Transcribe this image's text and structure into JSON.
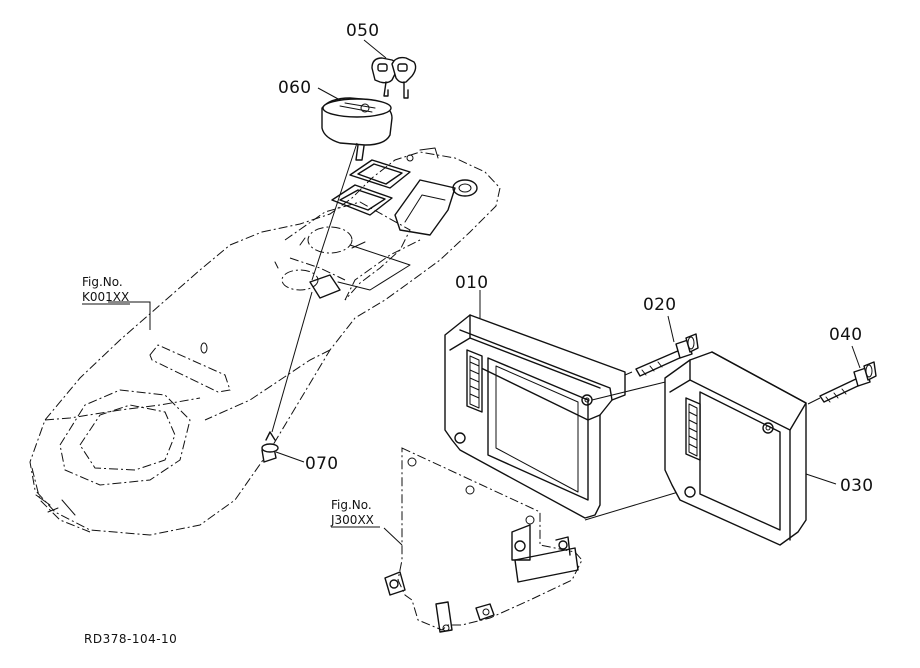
{
  "parts": [
    {
      "number": "010"
    },
    {
      "number": "020"
    },
    {
      "number": "030"
    },
    {
      "number": "040"
    },
    {
      "number": "050"
    },
    {
      "number": "060"
    },
    {
      "number": "070"
    }
  ],
  "figure_refs": [
    {
      "label": "Fig.No.",
      "code": "K001XX"
    },
    {
      "label": "Fig.No.",
      "code": "J300XX"
    }
  ],
  "drawing_code": "RD378-104-10"
}
